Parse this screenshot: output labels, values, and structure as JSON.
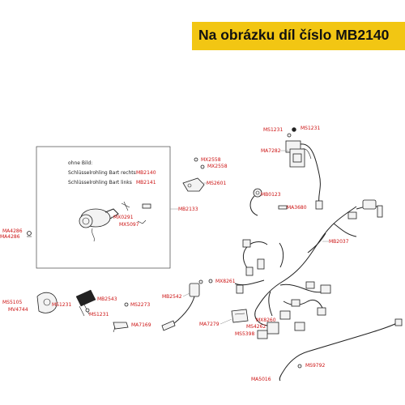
{
  "header": {
    "title": "Na obrázku díl číslo MB2140"
  },
  "inset": {
    "note": "ohne Bild:",
    "rows": [
      {
        "desc": "Schlüsselrohling Bart rechts",
        "part": "MB2140"
      },
      {
        "desc": "Schlüsselrohling Bart links",
        "part": "MB2141"
      }
    ]
  },
  "parts": {
    "ms1231_top_left": "MS1231",
    "ms1231_top_right": "MS1231",
    "ma7282": "MA7282",
    "mx2558_a": "MX2558",
    "mx2558_b": "MX2558",
    "ms2601": "MS2601",
    "mb0123": "MB0123",
    "ma3680": "MA3680",
    "mb2133": "MB2133",
    "mx0291": "MX0291",
    "mx5097": "MX5097",
    "ma4286_a": "MA4286",
    "ma4286_b": "MA4286",
    "mb2037": "MB2037",
    "ms5105": "MS5105",
    "mv4744": "MV4744",
    "ms1231_mid": "MS1231",
    "mb2543": "MB2543",
    "ms1231_low": "MS1231",
    "ms2273": "MS2273",
    "ma7169": "MA7169",
    "mb2542": "MB2542",
    "mx8261": "MX8261",
    "ma7279": "MA7279",
    "mx8260": "MX8260",
    "ms4262": "MS4262",
    "ms5398": "MS5398",
    "ms9792": "MS9792",
    "ma5016": "MA5016"
  }
}
